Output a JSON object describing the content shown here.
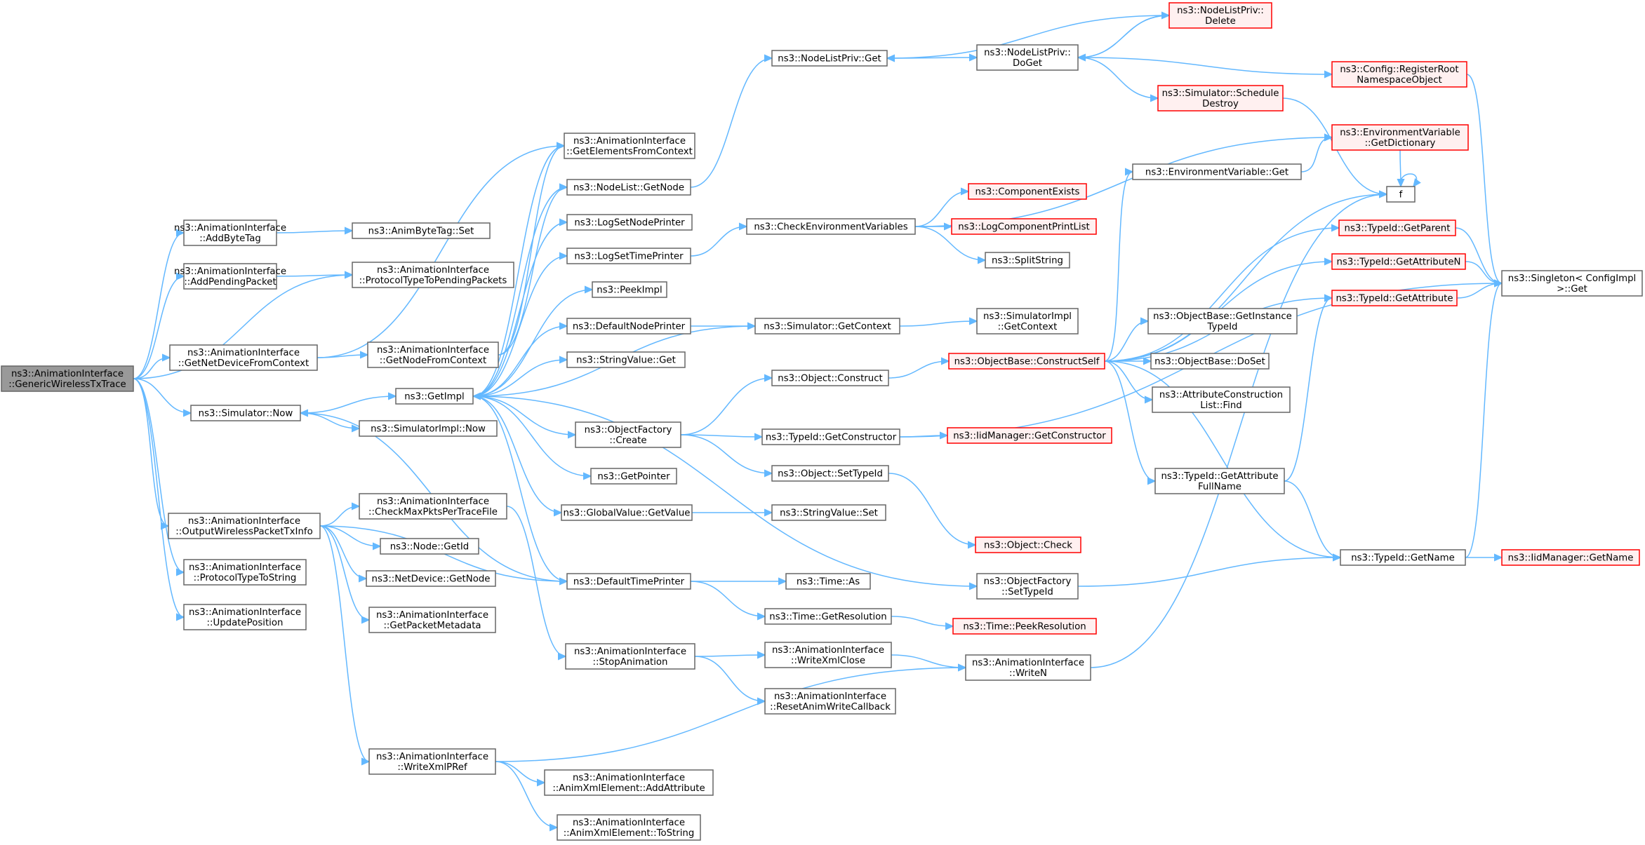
{
  "colors": {
    "edge": "#63b8ff",
    "node_border": "#666666",
    "highlight_border": "#ff0000",
    "highlight_fill": "#fff0f0",
    "root_fill": "#999999"
  },
  "nodes": [
    {
      "id": "root",
      "lines": [
        "ns3::AnimationInterface",
        "::GenericWirelessTxTrace"
      ],
      "style": "root"
    },
    {
      "id": "addbytetag",
      "lines": [
        "ns3::AnimationInterface",
        "::AddByteTag"
      ],
      "style": "normal"
    },
    {
      "id": "addpending",
      "lines": [
        "ns3::AnimationInterface",
        "::AddPendingPacket"
      ],
      "style": "normal"
    },
    {
      "id": "getnetdev",
      "lines": [
        "ns3::AnimationInterface",
        "::GetNetDeviceFromContext"
      ],
      "style": "normal"
    },
    {
      "id": "simnow",
      "lines": [
        "ns3::Simulator::Now"
      ],
      "style": "normal"
    },
    {
      "id": "outwireless",
      "lines": [
        "ns3::AnimationInterface",
        "::OutputWirelessPacketTxInfo"
      ],
      "style": "normal"
    },
    {
      "id": "prototostr",
      "lines": [
        "ns3::AnimationInterface",
        "::ProtocolTypeToString"
      ],
      "style": "normal"
    },
    {
      "id": "updatepos",
      "lines": [
        "ns3::AnimationInterface",
        "::UpdatePosition"
      ],
      "style": "normal"
    },
    {
      "id": "animbytetagset",
      "lines": [
        "ns3::AnimByteTag::Set"
      ],
      "style": "normal"
    },
    {
      "id": "prototopending",
      "lines": [
        "ns3::AnimationInterface",
        "::ProtocolTypeToPendingPackets"
      ],
      "style": "normal"
    },
    {
      "id": "getnodefromctx",
      "lines": [
        "ns3::AnimationInterface",
        "::GetNodeFromContext"
      ],
      "style": "normal"
    },
    {
      "id": "getimpl",
      "lines": [
        "ns3::GetImpl"
      ],
      "style": "normal"
    },
    {
      "id": "simimplnow",
      "lines": [
        "ns3::SimulatorImpl::Now"
      ],
      "style": "normal"
    },
    {
      "id": "checkmaxpkts",
      "lines": [
        "ns3::AnimationInterface",
        "::CheckMaxPktsPerTraceFile"
      ],
      "style": "normal"
    },
    {
      "id": "nodegetid",
      "lines": [
        "ns3::Node::GetId"
      ],
      "style": "normal"
    },
    {
      "id": "netdevgetnode",
      "lines": [
        "ns3::NetDevice::GetNode"
      ],
      "style": "normal"
    },
    {
      "id": "getpktmeta",
      "lines": [
        "ns3::AnimationInterface",
        "::GetPacketMetadata"
      ],
      "style": "normal"
    },
    {
      "id": "writexmlpref",
      "lines": [
        "ns3::AnimationInterface",
        "::WriteXmlPRef"
      ],
      "style": "normal"
    },
    {
      "id": "getelements",
      "lines": [
        "ns3::AnimationInterface",
        "::GetElementsFromContext"
      ],
      "style": "normal"
    },
    {
      "id": "nodelistgetnode",
      "lines": [
        "ns3::NodeList::GetNode"
      ],
      "style": "normal"
    },
    {
      "id": "logsetnodeprinter",
      "lines": [
        "ns3::LogSetNodePrinter"
      ],
      "style": "normal"
    },
    {
      "id": "logsettimeprinter",
      "lines": [
        "ns3::LogSetTimePrinter"
      ],
      "style": "normal"
    },
    {
      "id": "peekimpl",
      "lines": [
        "ns3::PeekImpl"
      ],
      "style": "normal"
    },
    {
      "id": "defaultnodeprinter",
      "lines": [
        "ns3::DefaultNodePrinter"
      ],
      "style": "normal"
    },
    {
      "id": "stringvalueget",
      "lines": [
        "ns3::StringValue::Get"
      ],
      "style": "normal"
    },
    {
      "id": "objfactorycreate",
      "lines": [
        "ns3::ObjectFactory",
        "::Create"
      ],
      "style": "normal"
    },
    {
      "id": "getpointer",
      "lines": [
        "ns3::GetPointer"
      ],
      "style": "normal"
    },
    {
      "id": "globalvalueget",
      "lines": [
        "ns3::GlobalValue::GetValue"
      ],
      "style": "normal"
    },
    {
      "id": "defaulttimeprinter",
      "lines": [
        "ns3::DefaultTimePrinter"
      ],
      "style": "normal"
    },
    {
      "id": "stopanimation",
      "lines": [
        "ns3::AnimationInterface",
        "::StopAnimation"
      ],
      "style": "normal"
    },
    {
      "id": "animaddattr",
      "lines": [
        "ns3::AnimationInterface",
        "::AnimXmlElement::AddAttribute"
      ],
      "style": "normal"
    },
    {
      "id": "animtostring",
      "lines": [
        "ns3::AnimationInterface",
        "::AnimXmlElement::ToString"
      ],
      "style": "normal"
    },
    {
      "id": "nodelistprivget",
      "lines": [
        "ns3::NodeListPriv::Get"
      ],
      "style": "normal"
    },
    {
      "id": "checkenvvars",
      "lines": [
        "ns3::CheckEnvironmentVariables"
      ],
      "style": "normal"
    },
    {
      "id": "simgetcontext",
      "lines": [
        "ns3::Simulator::GetContext"
      ],
      "style": "normal"
    },
    {
      "id": "objectconstruct",
      "lines": [
        "ns3::Object::Construct"
      ],
      "style": "normal"
    },
    {
      "id": "typeidgetctor",
      "lines": [
        "ns3::TypeId::GetConstructor"
      ],
      "style": "normal"
    },
    {
      "id": "objectsettypeid",
      "lines": [
        "ns3::Object::SetTypeId"
      ],
      "style": "normal"
    },
    {
      "id": "stringvalueset",
      "lines": [
        "ns3::StringValue::Set"
      ],
      "style": "normal"
    },
    {
      "id": "timeas",
      "lines": [
        "ns3::Time::As"
      ],
      "style": "normal"
    },
    {
      "id": "timegetres",
      "lines": [
        "ns3::Time::GetResolution"
      ],
      "style": "normal"
    },
    {
      "id": "writexmlclose",
      "lines": [
        "ns3::AnimationInterface",
        "::WriteXmlClose"
      ],
      "style": "normal"
    },
    {
      "id": "resetanimwrite",
      "lines": [
        "ns3::AnimationInterface",
        "::ResetAnimWriteCallback"
      ],
      "style": "normal"
    },
    {
      "id": "nodelistprivdoget",
      "lines": [
        "ns3::NodeListPriv::",
        "DoGet"
      ],
      "style": "normal"
    },
    {
      "id": "componentexists",
      "lines": [
        "ns3::ComponentExists"
      ],
      "style": "highlight"
    },
    {
      "id": "logcompprintlist",
      "lines": [
        "ns3::LogComponentPrintList"
      ],
      "style": "highlight"
    },
    {
      "id": "splitstring",
      "lines": [
        "ns3::SplitString"
      ],
      "style": "normal"
    },
    {
      "id": "simimplgetctx",
      "lines": [
        "ns3::SimulatorImpl",
        "::GetContext"
      ],
      "style": "normal"
    },
    {
      "id": "objbaseconstruct",
      "lines": [
        "ns3::ObjectBase::ConstructSelf"
      ],
      "style": "highlight"
    },
    {
      "id": "iidmgrgetctor",
      "lines": [
        "ns3::IidManager::GetConstructor"
      ],
      "style": "highlight"
    },
    {
      "id": "objectcheck",
      "lines": [
        "ns3::Object::Check"
      ],
      "style": "highlight"
    },
    {
      "id": "objfactorysettypeid",
      "lines": [
        "ns3::ObjectFactory",
        "::SetTypeId"
      ],
      "style": "normal"
    },
    {
      "id": "timepeekres",
      "lines": [
        "ns3::Time::PeekResolution"
      ],
      "style": "highlight"
    },
    {
      "id": "writen",
      "lines": [
        "ns3::AnimationInterface",
        "::WriteN"
      ],
      "style": "normal"
    },
    {
      "id": "nodelistprivdelete",
      "lines": [
        "ns3::NodeListPriv::",
        "Delete"
      ],
      "style": "highlight"
    },
    {
      "id": "simscheduledestroy",
      "lines": [
        "ns3::Simulator::Schedule",
        "Destroy"
      ],
      "style": "highlight"
    },
    {
      "id": "envvarget",
      "lines": [
        "ns3::EnvironmentVariable::Get"
      ],
      "style": "normal"
    },
    {
      "id": "objbasegetinstance",
      "lines": [
        "ns3::ObjectBase::GetInstance",
        "TypeId"
      ],
      "style": "normal"
    },
    {
      "id": "objbasedoset",
      "lines": [
        "ns3::ObjectBase::DoSet"
      ],
      "style": "normal"
    },
    {
      "id": "attrconstfind",
      "lines": [
        "ns3::AttributeConstruction",
        "List::Find"
      ],
      "style": "normal"
    },
    {
      "id": "typeidgetattrfull",
      "lines": [
        "ns3::TypeId::GetAttribute",
        "FullName"
      ],
      "style": "normal"
    },
    {
      "id": "configregisterroot",
      "lines": [
        "ns3::Config::RegisterRoot",
        "NamespaceObject"
      ],
      "style": "highlight"
    },
    {
      "id": "envvargetdict",
      "lines": [
        "ns3::EnvironmentVariable",
        "::GetDictionary"
      ],
      "style": "highlight"
    },
    {
      "id": "f",
      "lines": [
        "f"
      ],
      "style": "normal"
    },
    {
      "id": "typeidgetparent",
      "lines": [
        "ns3::TypeId::GetParent"
      ],
      "style": "highlight"
    },
    {
      "id": "typeidgetattrn",
      "lines": [
        "ns3::TypeId::GetAttributeN"
      ],
      "style": "highlight"
    },
    {
      "id": "typeidgetattr",
      "lines": [
        "ns3::TypeId::GetAttribute"
      ],
      "style": "highlight"
    },
    {
      "id": "typeidgetname",
      "lines": [
        "ns3::TypeId::GetName"
      ],
      "style": "normal"
    },
    {
      "id": "singletonget",
      "lines": [
        "ns3::Singleton< ConfigImpl",
        " >::Get"
      ],
      "style": "normal"
    },
    {
      "id": "iidmgrgetname",
      "lines": [
        "ns3::IidManager::GetName"
      ],
      "style": "highlight"
    }
  ],
  "edges": [
    [
      "root",
      "addbytetag"
    ],
    [
      "root",
      "addpending"
    ],
    [
      "root",
      "prototopending"
    ],
    [
      "root",
      "getnetdev"
    ],
    [
      "root",
      "simnow"
    ],
    [
      "root",
      "outwireless"
    ],
    [
      "root",
      "prototostr"
    ],
    [
      "root",
      "updatepos"
    ],
    [
      "addbytetag",
      "animbytetagset"
    ],
    [
      "addpending",
      "prototopending"
    ],
    [
      "getnetdev",
      "getnodefromctx"
    ],
    [
      "getnetdev",
      "getelements"
    ],
    [
      "getnodefromctx",
      "getelements"
    ],
    [
      "getnodefromctx",
      "nodelistgetnode"
    ],
    [
      "nodelistgetnode",
      "nodelistprivget"
    ],
    [
      "simnow",
      "getimpl"
    ],
    [
      "simnow",
      "simimplnow"
    ],
    [
      "getimpl",
      "getelements"
    ],
    [
      "getimpl",
      "nodelistgetnode"
    ],
    [
      "getimpl",
      "logsetnodeprinter"
    ],
    [
      "getimpl",
      "logsettimeprinter"
    ],
    [
      "getimpl",
      "peekimpl"
    ],
    [
      "getimpl",
      "defaultnodeprinter"
    ],
    [
      "getimpl",
      "stringvalueget"
    ],
    [
      "getimpl",
      "objfactorycreate"
    ],
    [
      "getimpl",
      "getpointer"
    ],
    [
      "getimpl",
      "globalvalueget"
    ],
    [
      "getimpl",
      "defaulttimeprinter"
    ],
    [
      "getimpl",
      "objfactorysettypeid"
    ],
    [
      "logsettimeprinter",
      "checkenvvars"
    ],
    [
      "defaultnodeprinter",
      "simgetcontext"
    ],
    [
      "simgetcontext",
      "getimpl"
    ],
    [
      "simgetcontext",
      "simimplgetctx"
    ],
    [
      "objfactorycreate",
      "objectconstruct"
    ],
    [
      "objfactorycreate",
      "typeidgetctor"
    ],
    [
      "objfactorycreate",
      "objectsettypeid"
    ],
    [
      "globalvalueget",
      "stringvalueset"
    ],
    [
      "defaulttimeprinter",
      "simnow"
    ],
    [
      "defaulttimeprinter",
      "timeas"
    ],
    [
      "defaulttimeprinter",
      "timegetres"
    ],
    [
      "outwireless",
      "checkmaxpkts"
    ],
    [
      "outwireless",
      "nodegetid"
    ],
    [
      "outwireless",
      "netdevgetnode"
    ],
    [
      "outwireless",
      "getpktmeta"
    ],
    [
      "outwireless",
      "writexmlpref"
    ],
    [
      "outwireless",
      "defaulttimeprinter"
    ],
    [
      "checkmaxpkts",
      "stopanimation"
    ],
    [
      "stopanimation",
      "writexmlclose"
    ],
    [
      "stopanimation",
      "resetanimwrite"
    ],
    [
      "writexmlclose",
      "writen"
    ],
    [
      "writexmlpref",
      "writen"
    ],
    [
      "writexmlpref",
      "animaddattr"
    ],
    [
      "writexmlpref",
      "animtostring"
    ],
    [
      "nodelistprivget",
      "nodelistprivdoget"
    ],
    [
      "nodelistprivdoget",
      "nodelistprivdelete"
    ],
    [
      "nodelistprivdelete",
      "nodelistprivdoget"
    ],
    [
      "nodelistprivdelete",
      "nodelistprivget"
    ],
    [
      "nodelistprivdoget",
      "simscheduledestroy"
    ],
    [
      "nodelistprivdoget",
      "configregisterroot"
    ],
    [
      "simscheduledestroy",
      "f"
    ],
    [
      "configregisterroot",
      "singletonget"
    ],
    [
      "checkenvvars",
      "envvargetdict"
    ],
    [
      "checkenvvars",
      "componentexists"
    ],
    [
      "checkenvvars",
      "logcompprintlist"
    ],
    [
      "checkenvvars",
      "splitstring"
    ],
    [
      "envvarget",
      "envvargetdict"
    ],
    [
      "objectconstruct",
      "objbaseconstruct"
    ],
    [
      "objbaseconstruct",
      "envvarget"
    ],
    [
      "objbaseconstruct",
      "typeidgetparent"
    ],
    [
      "objbaseconstruct",
      "typeidgetattrn"
    ],
    [
      "objbaseconstruct",
      "typeidgetattr"
    ],
    [
      "objbaseconstruct",
      "objbasegetinstance"
    ],
    [
      "objbaseconstruct",
      "objbasedoset"
    ],
    [
      "objbaseconstruct",
      "attrconstfind"
    ],
    [
      "objbaseconstruct",
      "typeidgetattrfull"
    ],
    [
      "objbaseconstruct",
      "typeidgetname"
    ],
    [
      "objbaseconstruct",
      "f"
    ],
    [
      "typeidgetattrfull",
      "typeidgetattr"
    ],
    [
      "typeidgetattrfull",
      "typeidgetname"
    ],
    [
      "typeidgetctor",
      "iidmgrgetctor"
    ],
    [
      "typeidgetctor",
      "singletonget"
    ],
    [
      "objectsettypeid",
      "objectcheck"
    ],
    [
      "timegetres",
      "timepeekres"
    ],
    [
      "objfactorysettypeid",
      "typeidgetname"
    ],
    [
      "typeidgetname",
      "iidmgrgetname"
    ],
    [
      "typeidgetname",
      "singletonget"
    ],
    [
      "typeidgetparent",
      "singletonget"
    ],
    [
      "typeidgetattrn",
      "singletonget"
    ],
    [
      "typeidgetattr",
      "singletonget"
    ],
    [
      "envvargetdict",
      "f"
    ],
    [
      "writen",
      "f"
    ],
    [
      "f",
      "f"
    ]
  ]
}
